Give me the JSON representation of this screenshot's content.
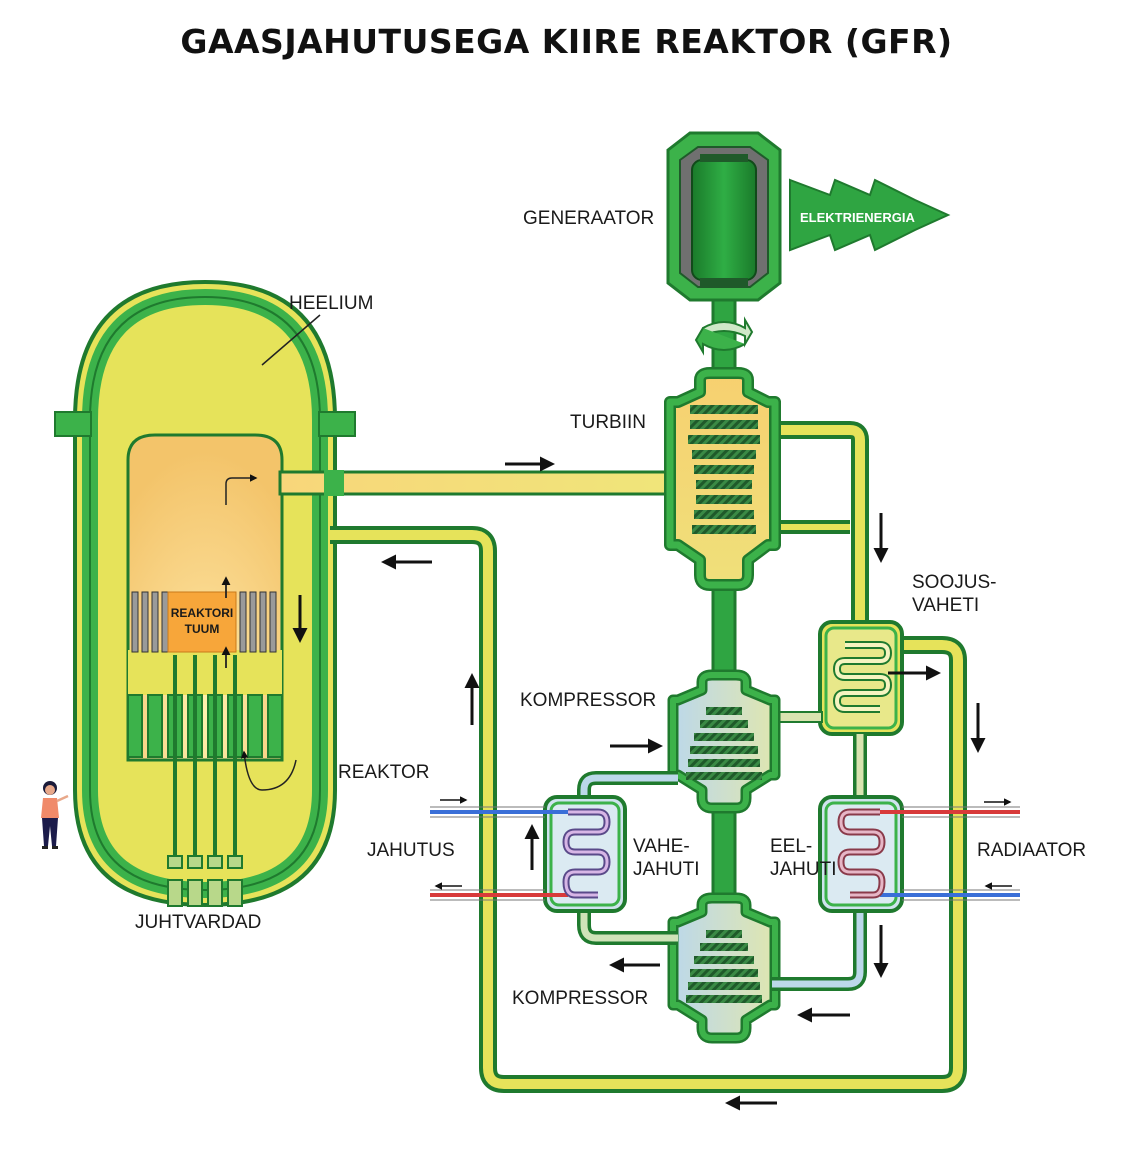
{
  "title": "GAASJAHUTUSEGA KIIRE REAKTOR (GFR)",
  "labels": {
    "generator": "GENERAATOR",
    "electricity": "ELEKTRIENERGIA",
    "helium": "HEELIUM",
    "turbine": "TURBIIN",
    "heat_exchanger_1": "SOOJUS-",
    "heat_exchanger_2": "VAHETI",
    "compressor_top": "KOMPRESSOR",
    "compressor_bottom": "KOMPRESSOR",
    "reactor": "REAKTOR",
    "core_1": "REAKTORI",
    "core_2": "TUUM",
    "cooling": "JAHUTUS",
    "intercooler_1": "VAHE-",
    "intercooler_2": "JAHUTI",
    "precooler_1": "EEL-",
    "precooler_2": "JAHUTI",
    "radiator": "RADIAATOR",
    "control_rods": "JUHTVARDAD"
  },
  "colors": {
    "green_dark": "#1f7a2e",
    "green": "#3cb24a",
    "yellow": "#e6e35a",
    "orange": "#f7a63a",
    "pale_blue": "#cfe3ee",
    "hot_red": "#d83a3a",
    "cold_blue": "#3a6fd8"
  }
}
